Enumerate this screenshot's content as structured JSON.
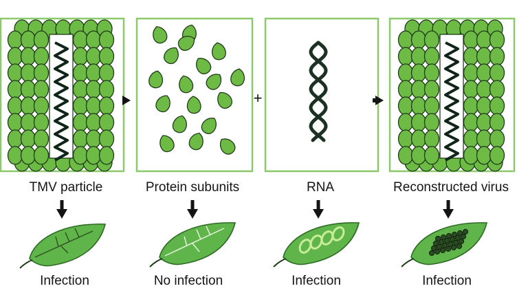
{
  "panels": [
    {
      "label": "TMV particle",
      "outcome": "Infection",
      "content_icon": "rod-virus-icon",
      "leaf_icon": "healthy-leaf-icon"
    },
    {
      "label": "Protein subunits",
      "outcome": "No infection",
      "content_icon": "scattered-protein-icon",
      "leaf_icon": "healthy-leaf-icon"
    },
    {
      "label": "RNA",
      "outcome": "Infection",
      "content_icon": "rna-helix-icon",
      "leaf_icon": "infected-leaf-icon"
    },
    {
      "label": "Reconstructed virus",
      "outcome": "Infection",
      "content_icon": "rod-virus-icon",
      "leaf_icon": "infected-leaf-icon"
    }
  ],
  "operators": {
    "plus": "+"
  },
  "colors": {
    "frame": "#8cc96b",
    "protein": "#6dbb45",
    "protein_outline": "#1f3a1a",
    "leaf": "#5fb54a",
    "ink": "#141414"
  }
}
